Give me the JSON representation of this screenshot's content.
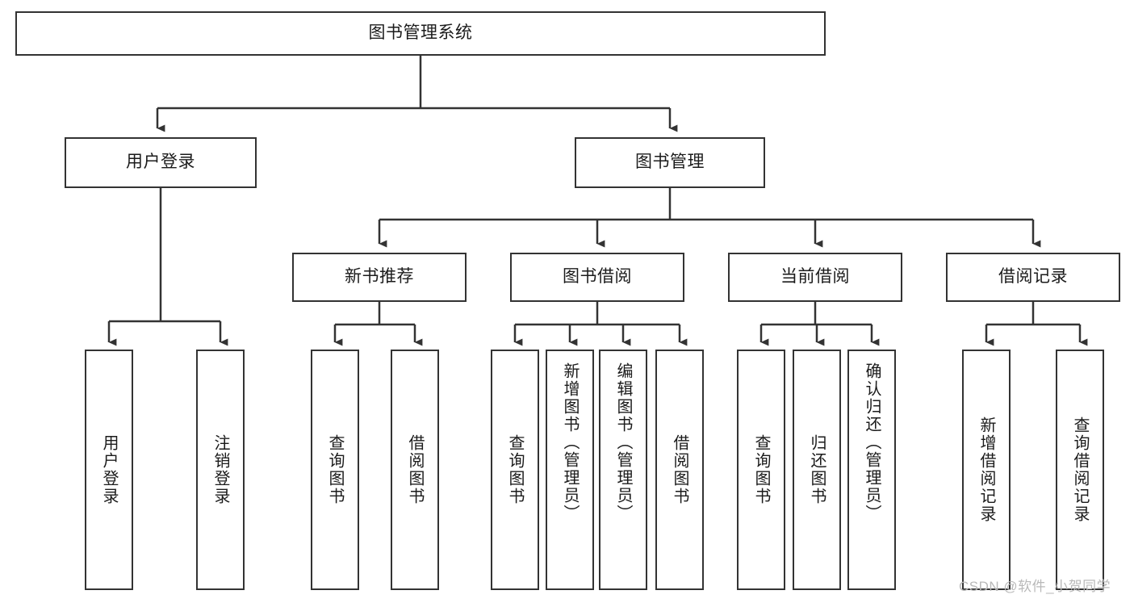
{
  "diagram": {
    "title": "图书管理系统",
    "type": "hierarchy-tree",
    "colors": {
      "box_border": "#333333",
      "box_fill": "#ffffff",
      "edge": "#333333",
      "text": "#1b1b1b",
      "watermark": "#b9b9b9"
    },
    "root": {
      "label": "图书管理系统"
    },
    "level2": [
      {
        "label": "用户登录"
      },
      {
        "label": "图书管理"
      }
    ],
    "level3": [
      {
        "label": "新书推荐"
      },
      {
        "label": "图书借阅"
      },
      {
        "label": "当前借阅"
      },
      {
        "label": "借阅记录"
      }
    ],
    "leaves": {
      "user_login": [
        {
          "label": "用户登录"
        },
        {
          "label": "注销登录"
        }
      ],
      "new_book_recommend": [
        {
          "label": "查询图书"
        },
        {
          "label": "借阅图书"
        }
      ],
      "book_borrow": [
        {
          "label": "查询图书"
        },
        {
          "label": "新增图书（管理员）"
        },
        {
          "label": "编辑图书（管理员）"
        },
        {
          "label": "借阅图书"
        }
      ],
      "current_borrow": [
        {
          "label": "查询图书"
        },
        {
          "label": "归还图书"
        },
        {
          "label": "确认归还（管理员）"
        }
      ],
      "borrow_record": [
        {
          "label": "新增借阅记录"
        },
        {
          "label": "查询借阅记录"
        }
      ]
    }
  },
  "watermark": {
    "text": "CSDN @软件_小贺同学"
  }
}
